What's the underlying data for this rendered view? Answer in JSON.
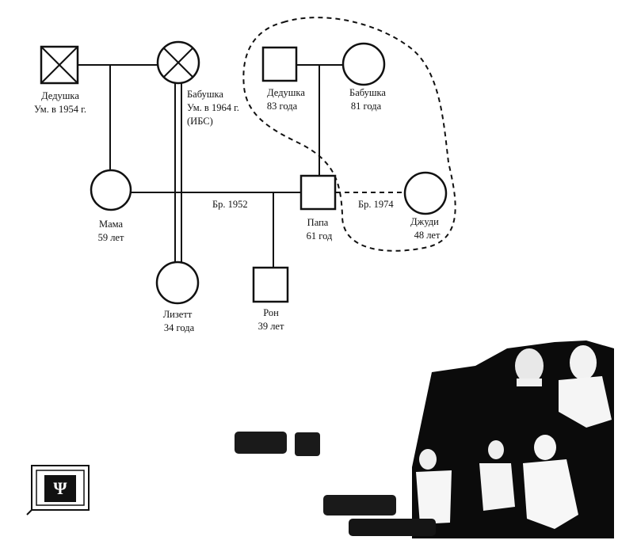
{
  "genogram": {
    "people": {
      "grandfather_paternal": {
        "name": "Дедушка",
        "detail": "Ум. в 1954 г."
      },
      "grandmother_paternal": {
        "name": "Бабушка",
        "detail": "Ум. в 1964 г.",
        "note": "(ИБС)"
      },
      "grandfather_maternal": {
        "name": "Дедушка",
        "detail": "83 года"
      },
      "grandmother_maternal": {
        "name": "Бабушка",
        "detail": "81 года"
      },
      "mother": {
        "name": "Мама",
        "detail": "59 лет"
      },
      "father": {
        "name": "Папа",
        "detail": "61 год"
      },
      "stepmother": {
        "name": "Джуди",
        "detail": "48 лет"
      },
      "lisette": {
        "name": "Лизетт",
        "detail": "34 года"
      },
      "ron": {
        "name": "Рон",
        "detail": "39 лет"
      }
    },
    "marriages": {
      "parents": "Бр. 1952",
      "father_judy": "Бр. 1974"
    }
  },
  "logo": {
    "symbol": "Ψ"
  }
}
